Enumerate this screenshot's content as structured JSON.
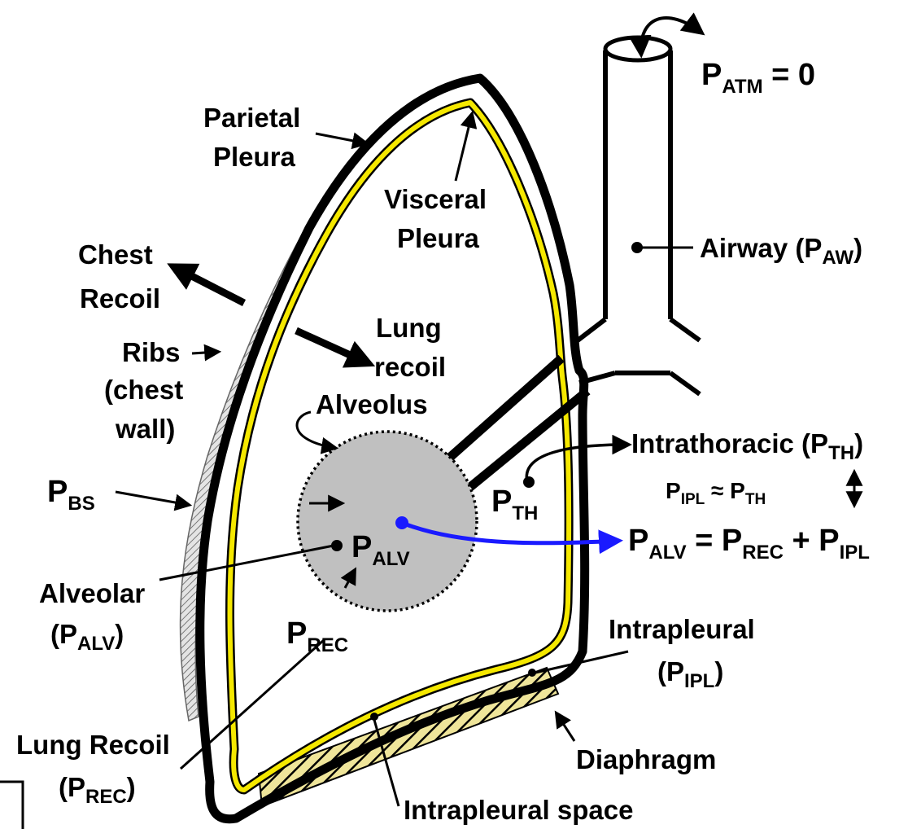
{
  "labels": {
    "patm_p": "P",
    "patm_sub": "ATM",
    "patm_eq": " = 0",
    "parietal_1": "Parietal",
    "parietal_2": "Pleura",
    "visceral_1": "Visceral",
    "visceral_2": "Pleura",
    "airway_text": "Airway (P",
    "airway_sub": "AW",
    "airway_close": ")",
    "chest_1": "Chest",
    "chest_2": "Recoil",
    "lung_1": "Lung",
    "lung_2": "recoil",
    "ribs_1": "Ribs",
    "ribs_2": "(chest",
    "ribs_3": "wall)",
    "alveolus": "Alveolus",
    "intrathoracic_text": "Intrathoracic (P",
    "intrathoracic_sub": "TH",
    "intrathoracic_close": ")",
    "pbs_p": "P",
    "pbs_sub": "BS",
    "pth_p": "P",
    "pth_sub": "TH",
    "pipl_eq_p1": "P",
    "pipl_eq_sub1": "IPL",
    "pipl_eq_mid": " ≈ P",
    "pipl_eq_sub2": "TH",
    "palv_p": "P",
    "palv_sub": "ALV",
    "eq_p1": "P",
    "eq_sub1": "ALV",
    "eq_mid1": " = P",
    "eq_sub2": "REC",
    "eq_mid2": " + P",
    "eq_sub3": "IPL",
    "alveolar_1": "Alveolar",
    "alveolar_2_open": "(P",
    "alveolar_2_sub": "ALV",
    "alveolar_2_close": ")",
    "prec_p": "P",
    "prec_sub": "REC",
    "intrapleural_1": "Intrapleural",
    "intrapleural_2_open": "(P",
    "intrapleural_2_sub": "IPL",
    "intrapleural_2_close": ")",
    "lungrecoil_1": "Lung Recoil",
    "lungrecoil_2_open": "(P",
    "lungrecoil_2_sub": "REC",
    "lungrecoil_2_close": ")",
    "diaphragm": "Diaphragm",
    "intrapleural_space": "Intrapleural space"
  },
  "colors": {
    "outline": "#000000",
    "visceral_pleura": "#f5e800",
    "alveolus_fill": "#c0c0c0",
    "pressure_arrow": "#1a1aff",
    "ribs_fill": "#d8d8d8",
    "diaphragm_fill": "#e8e090"
  }
}
